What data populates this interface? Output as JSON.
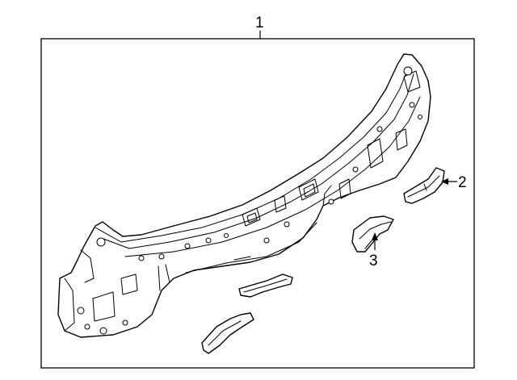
{
  "diagram": {
    "callouts": [
      {
        "number": "1",
        "part": "main-panel"
      },
      {
        "number": "2",
        "part": "bracket-right"
      },
      {
        "number": "3",
        "part": "bracket-center"
      }
    ]
  }
}
